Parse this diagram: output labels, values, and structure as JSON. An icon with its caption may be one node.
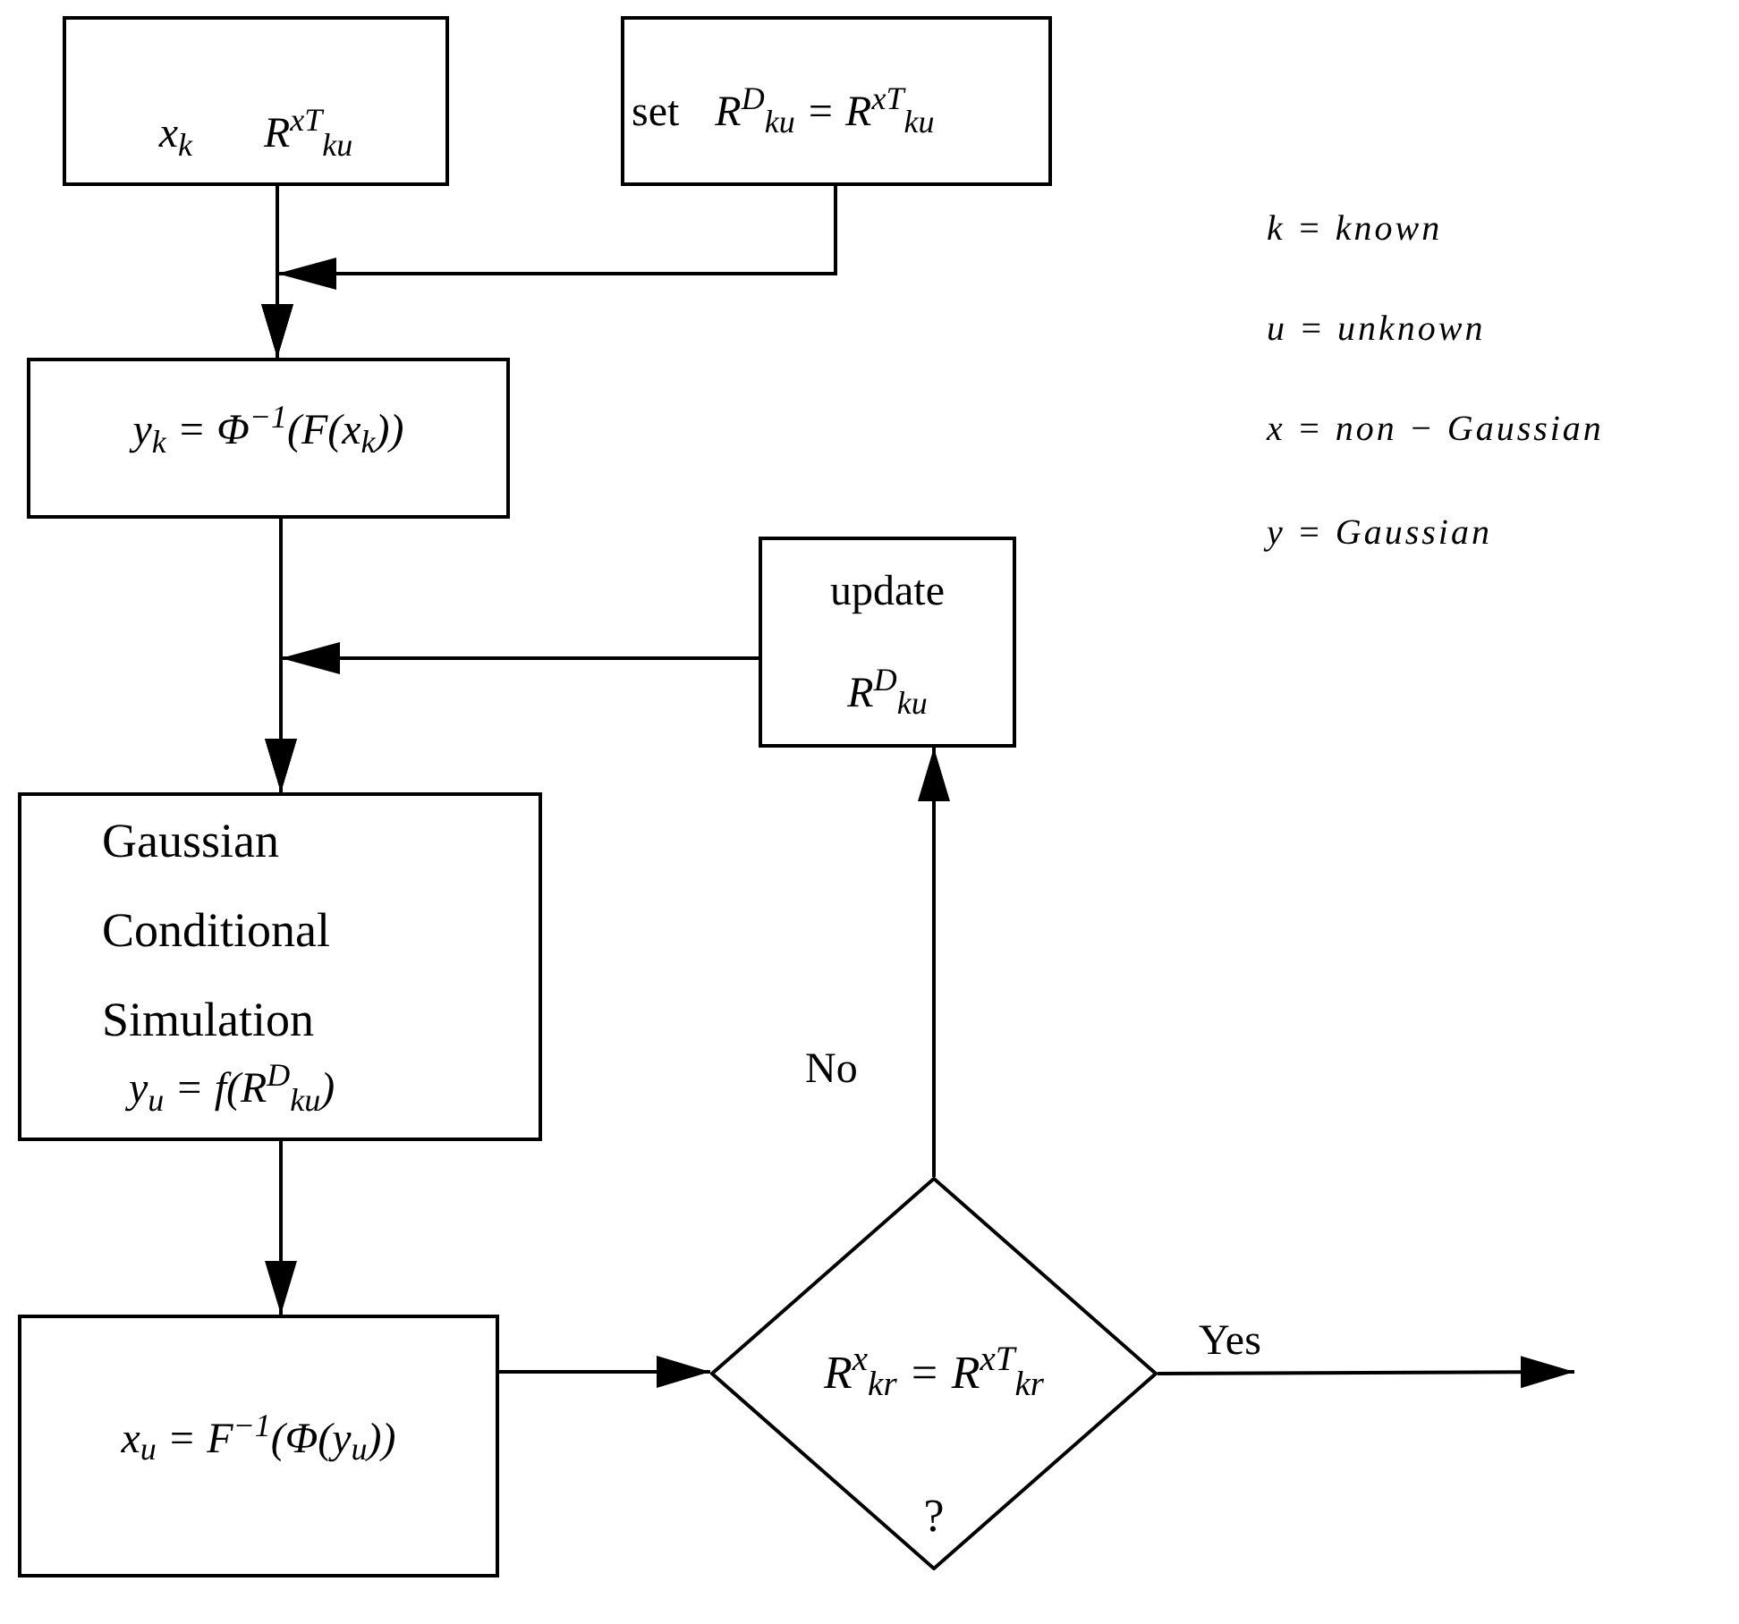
{
  "diagram": {
    "nodes": [
      {
        "text": [
          "x$_{k}$",
          "R$^{xT}$$_{ku}$"
        ]
      },
      {
        "text": [
          "set",
          "R$^{D}$$_{ku}$ = R$^{xT}$$_{ku}$"
        ]
      },
      {
        "text": [
          "y$_{k}$ = Φ$^{−1}$(F(x$_{k}$))"
        ]
      },
      {
        "text": [
          "update",
          "R$^{D}$$_{ku}$"
        ]
      },
      {
        "text": [
          "Gaussian Conditional Simulation",
          "y$_{u}$ = f(R$^{D}$$_{ku}$)"
        ]
      },
      {
        "text": [
          "x$_{u}$ = F$^{−1}$(Φ(y$_{u}$))"
        ]
      },
      {
        "text": [
          "R$^{x}$$_{kr}$ = R$^{xT}$$_{kr}$",
          "?"
        ]
      }
    ],
    "edges": [
      {
        "from": 0,
        "to": 2,
        "arrow": "to"
      },
      {
        "from": 1,
        "to": 2,
        "arrow": "to"
      },
      {
        "from": 2,
        "to": 4,
        "arrow": "to"
      },
      {
        "from": 3,
        "to": 4,
        "arrow": "to"
      },
      {
        "from": 4,
        "to": 5,
        "arrow": "to"
      },
      {
        "from": 5,
        "to": 6,
        "arrow": "to"
      },
      {
        "from": 6,
        "to": 3,
        "arrow": "to",
        "label": "No"
      },
      {
        "from": 6,
        "to": null,
        "arrow": "to",
        "label": "Yes"
      }
    ],
    "labels": [
      "k = known",
      "u = unknown",
      "x = non − Gaussian",
      "y = Gaussian"
    ]
  }
}
